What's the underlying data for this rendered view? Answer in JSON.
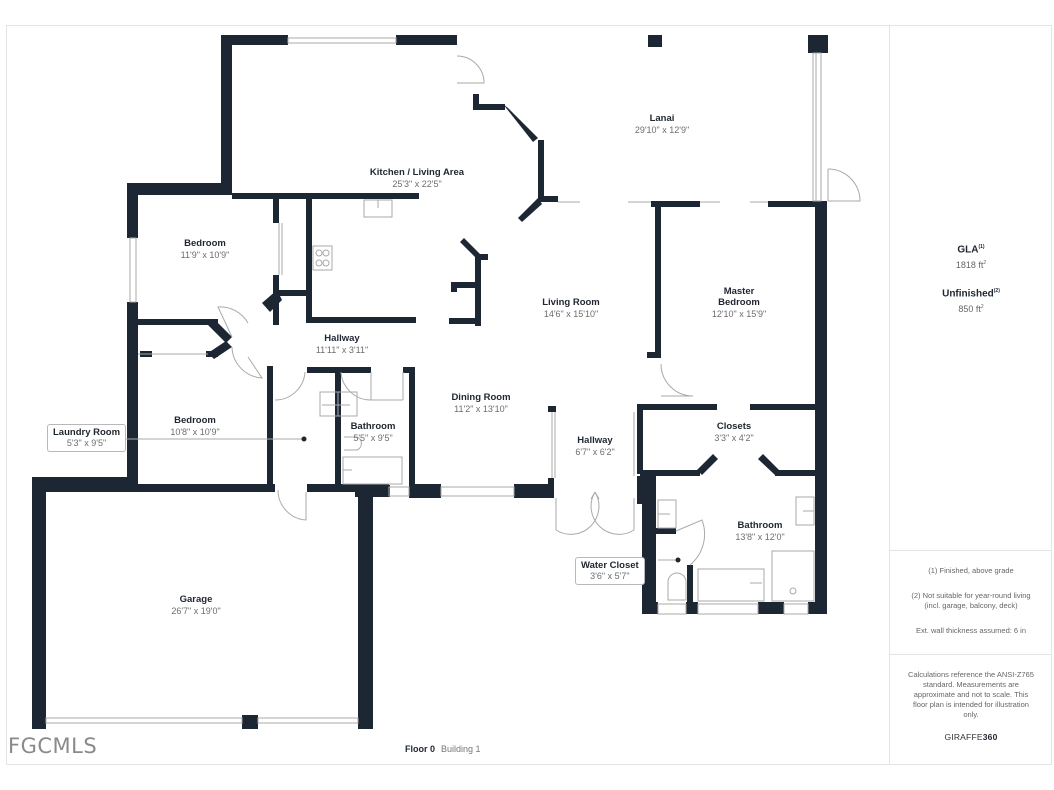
{
  "floor": {
    "label": "Floor 0",
    "building": "Building 1"
  },
  "watermark": "FGCMLS",
  "rooms": {
    "kitchen": {
      "name": "Kitchen / Living Area",
      "dims": "25'3\" x 22'5\""
    },
    "lanai": {
      "name": "Lanai",
      "dims": "29'10\" x 12'9\""
    },
    "bedroom1": {
      "name": "Bedroom",
      "dims": "11'9\" x 10'9\""
    },
    "hallway1": {
      "name": "Hallway",
      "dims": "11'11\" x 3'11\""
    },
    "living": {
      "name": "Living Room",
      "dims": "14'6\" x 15'10\""
    },
    "master": {
      "name_line1": "Master",
      "name_line2": "Bedroom",
      "dims": "12'10\" x 15'9\""
    },
    "bedroom2": {
      "name": "Bedroom",
      "dims": "10'8\" x 10'9\""
    },
    "laundry": {
      "name": "Laundry Room",
      "dims": "5'3\" x 9'5\""
    },
    "bathroom1": {
      "name": "Bathroom",
      "dims": "5'5\" x 9'5\""
    },
    "dining": {
      "name": "Dining Room",
      "dims": "11'2\" x 13'10\""
    },
    "hallway2": {
      "name": "Hallway",
      "dims": "6'7\" x 6'2\""
    },
    "closets": {
      "name": "Closets",
      "dims": "3'3\" x 4'2\""
    },
    "bathroom2": {
      "name": "Bathroom",
      "dims": "13'8\" x 12'0\""
    },
    "water_closet": {
      "name": "Water Closet",
      "dims": "3'6\" x 5'7\""
    },
    "garage": {
      "name": "Garage",
      "dims": "26'7\" x 19'0\""
    }
  },
  "sidebar": {
    "gla": {
      "label": "GLA",
      "sup": "(1)",
      "value": "1818 ft",
      "unit_sup": "2"
    },
    "unfinished": {
      "label": "Unfinished",
      "sup": "(2)",
      "value": "850 ft",
      "unit_sup": "2"
    },
    "notes": {
      "note1": "(1) Finished, above grade",
      "note2_line1": "(2) Not suitable for year-round living",
      "note2_line2": "(incl. garage, balcony, deck)",
      "note3": "Ext. wall thickness assumed: 6 in"
    },
    "disclaimer": {
      "line1": "Calculations reference the ANSI-Z765",
      "line2": "standard. Measurements are",
      "line3": "approximate and not to scale. This",
      "line4": "floor plan is intended for illustration",
      "line5": "only."
    },
    "brand_prefix": "GIRAFFE",
    "brand_suffix": "360"
  },
  "colors": {
    "wall": "#1d2733",
    "fixture": "#a9a9a9",
    "text_dark": "#1f2630",
    "text_dim": "#6d6d6d"
  }
}
